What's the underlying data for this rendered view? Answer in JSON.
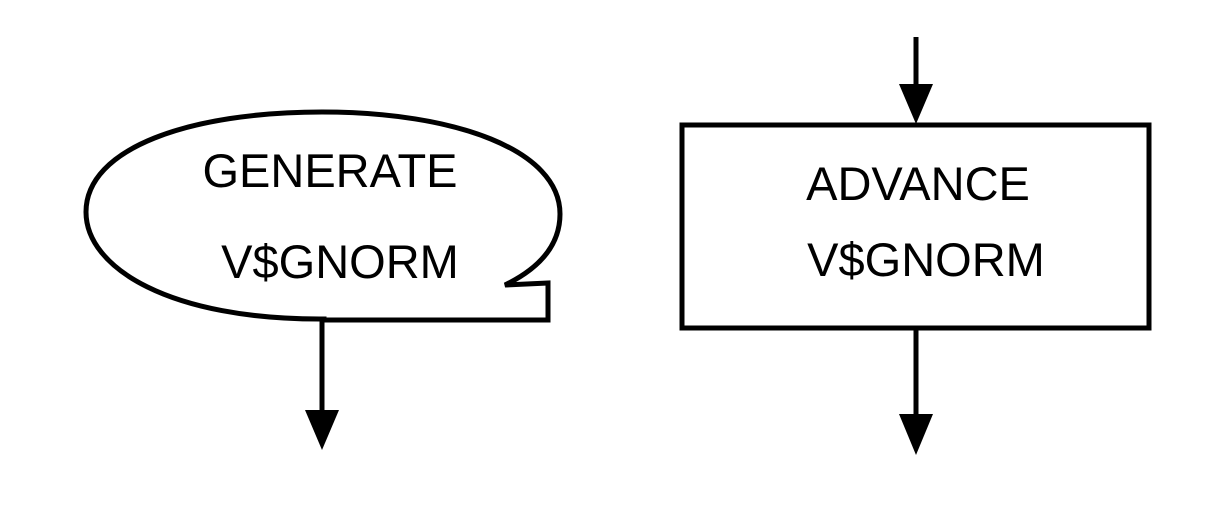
{
  "diagram": {
    "line_color": "#000000",
    "background": "#ffffff",
    "generate_block": {
      "shape": "generate-teardrop",
      "line1": "GENERATE",
      "line2": "V$GNORM"
    },
    "advance_block": {
      "shape": "rectangle",
      "line1": "ADVANCE",
      "line2": "V$GNORM"
    }
  }
}
